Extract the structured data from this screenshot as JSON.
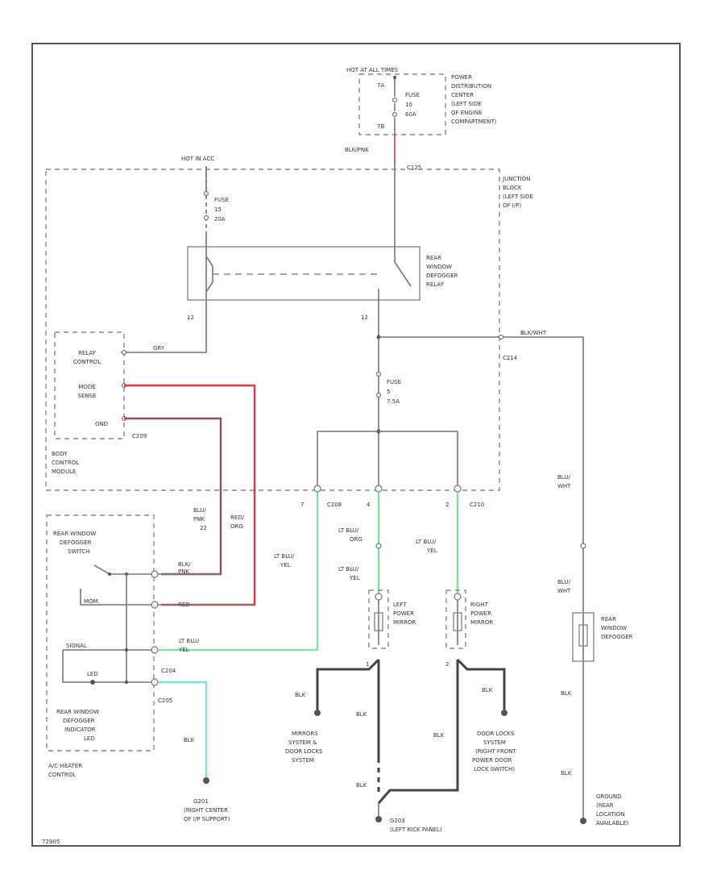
{
  "colors": {
    "red": "#e0393b",
    "pink": "#8a5060",
    "green": "#7de3a0",
    "cyan": "#7fe0e0",
    "wire": "#777777"
  },
  "pdc": {
    "hot_label": "HOT AT ALL TIMES",
    "label": "POWER DISTRIBUTION CENTER (LEFT SIDE OF ENGINE COMPARTMENT)",
    "terms": [
      "7A",
      "7B"
    ],
    "fuse": "FUSE 10 60A"
  },
  "jb": {
    "hot_label": "HOT IN ACC",
    "label": "JUNCTION BLOCK (LEFT SIDE OF I/P)",
    "fuse_ig": "FUSE 15 20A",
    "wire_top": "BLK/PNK",
    "conn_top": "C125",
    "relay_label": "REAR WINDOW DEFOGGER RELAY",
    "pin_12a": "12",
    "pin_12b": "12",
    "c214": "C214",
    "fuse_mirror": "FUSE 5 7.5A",
    "c208": "C208",
    "c210": "C210",
    "pin_7": "7",
    "pin_4": "4",
    "pin_2": "2"
  },
  "bcm": {
    "relay_control": "RELAY CONTROL",
    "mode_sense": "MODE SENSE",
    "gnd": "GND",
    "wire": "GRY",
    "label": "BODY CONTROL MODULE",
    "conn": "C209"
  },
  "switch": {
    "title": "REAR WINDOW DEFOGGER SWITCH",
    "indicator": "REAR WINDOW DEFOGGER INDICATOR",
    "module": "A/C-HEATER CONTROL",
    "conn1": "C204",
    "conn2": "C205"
  },
  "wires": {
    "blu_pnk": "BLU PNK 22",
    "red_org": "RED/ ORG",
    "blk_pnk": "BLK/ PNK",
    "red": "RED",
    "lt_blu_yel_left": "LT BLU/ YEL",
    "lt_blu_yel_sw": "LT BLU/ YEL",
    "lt_blu_org": "LT BLU/ ORG",
    "lt_blu_yel_lm": "LT BLU/ YEL",
    "lt_blu_yel_rm": "LT BLU/ YEL",
    "blk_wht_top": "BLK/WHT",
    "blu_wht_a": "BLU/ WHT",
    "blu_wht_b": "BLU/ WHT",
    "blk_a": "BLK",
    "blk_b": "BLK",
    "blk_c": "BLK",
    "blk_d": "BLK",
    "blk_e": "BLK",
    "blk_f": "BLK",
    "blk_g": "BLK",
    "blk_h": "BLK"
  },
  "mirrors": {
    "left": "LEFT POWER MIRROR",
    "right": "RIGHT POWER MIRROR",
    "left_pin": "1",
    "right_pin": "2"
  },
  "defogger": "REAR WINDOW DEFOGGER",
  "grounds": {
    "g201": "G201 (RIGHT CENTER OF I/P SUPPORT)",
    "g203": "G203 (LEFT KICK PANEL)",
    "g_rear": "GROUND (REAR LOCATION AVAILABLE)",
    "mirrors_sys": "MIRRORS SYSTEM & DOOR LOCKS SYSTEM",
    "door_locks": "DOOR LOCKS SYSTEM (RIGHT FRONT POWER DOOR LOCK SWITCH)"
  },
  "footer": "72905"
}
